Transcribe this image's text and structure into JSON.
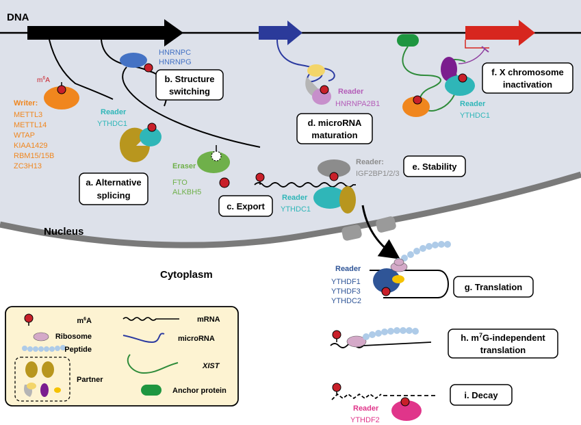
{
  "dna_label": "DNA",
  "nucleus_label": "Nucleus",
  "cytoplasm_label": "Cytoplasm",
  "m6a_superscript": "6",
  "m6a_label_prefix": "m",
  "m6a_label_suffix": "A",
  "writer": {
    "title": "Writer:",
    "items": [
      "METTL3",
      "METTL14",
      "WTAP",
      "KIAA1429",
      "RBM15/15B",
      "ZC3H13"
    ]
  },
  "reader_word": "Reader",
  "eraser": {
    "title": "Eraser",
    "items": [
      "FTO",
      "ALKBH5"
    ]
  },
  "hnrnp": {
    "items": [
      "HNRNPC",
      "HNRNPG"
    ]
  },
  "ythdc1_label": "YTHDC1",
  "hnrnpa2b1_label": "HNRNPA2B1",
  "igf2bp_label": "IGF2BP1/2/3",
  "reader_colon": "Reader:",
  "ythdf_list": [
    "YTHDF1",
    "YTHDF3",
    "YTHDC2"
  ],
  "ythdf2_label": "YTHDF2",
  "boxes": {
    "a": [
      "a. Alternative",
      "splicing"
    ],
    "b": [
      "b. Structure",
      "switching"
    ],
    "c": [
      "c. Export"
    ],
    "d": [
      "d. microRNA",
      "maturation"
    ],
    "e": [
      "e. Stability"
    ],
    "f": [
      "f. X chromosome",
      "inactivation"
    ],
    "g": [
      "g. Translation"
    ],
    "h_line1_prefix": "h. m",
    "h_sup": "7",
    "h_line1_suffix": "G-independent",
    "h_line2": "translation",
    "i": [
      "i. Decay"
    ]
  },
  "legend": {
    "m6a": "m6A",
    "ribosome": "Ribosome",
    "peptide": "Peptide",
    "partner": "Partner",
    "mrna": "mRNA",
    "microrna": "microRNA",
    "xist": "XIST",
    "anchor": "Anchor protein"
  },
  "colors": {
    "nucleus_fill": "#dde1ea",
    "nuclear_envelope": "#7a7a7a",
    "dna_arrow_black": "#000000",
    "dna_arrow_blue": "#2b3a9a",
    "dna_arrow_red": "#d7261e",
    "writer_orange": "#f0861e",
    "reader_teal": "#2fb6b8",
    "eraser_green": "#6fb04a",
    "hnrnp_blue": "#4472c4",
    "hnrnpa2b1_purple": "#b45db8",
    "igf2bp_gray": "#8c8c8c",
    "ythdf_navy": "#2f5597",
    "ythdf2_pink": "#e0358a",
    "m6a_red": "#c8202a",
    "partner_gold": "#b8961e",
    "legend_bg": "#fdf3d2",
    "anchor_green": "#1e9640",
    "xist_green": "#2e8b3a",
    "microrna_blue": "#2b3aa0",
    "peptide_blue": "#aecbe8",
    "ribosome_lilac": "#d4a9c8"
  }
}
